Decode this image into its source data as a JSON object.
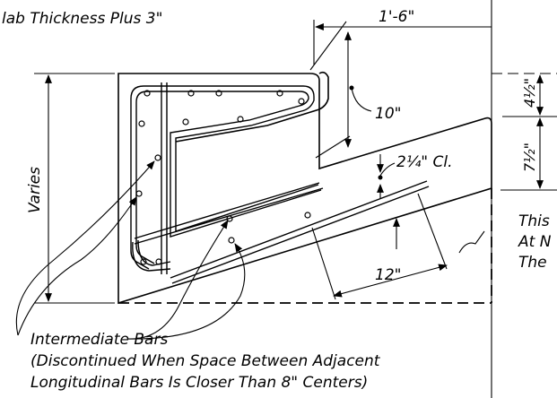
{
  "labels": {
    "top_note": "lab Thickness Plus 3\"",
    "dim_top": "1'-6\"",
    "dim_diag": "10\"",
    "dim_right_upper": "4½\"",
    "dim_right_lower": "7½\"",
    "clearance": "2¼\" Cl.",
    "dim_spacing": "12\"",
    "varies": "Varies",
    "note_right_1": "This",
    "note_right_2": "At N",
    "note_right_3": "The",
    "intermediate_bars": "Intermediate Bars",
    "discontinued_1": "(Discontinued When Space Between Adjacent",
    "discontinued_2": "Longitudinal Bars Is Closer Than 8\" Centers)"
  }
}
